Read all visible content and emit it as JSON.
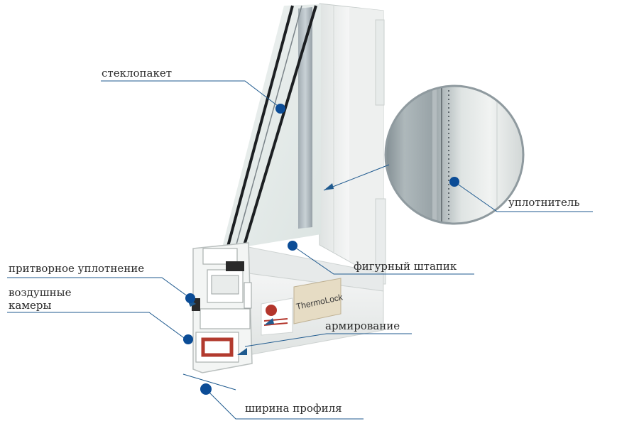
{
  "labels": {
    "steklopaket": "стеклопакет",
    "uplotnitel": "уплотнитель",
    "figurny_shtapik": "фигурный штапик",
    "pritvornoe": "притворное уплотнение",
    "vozdushnye_1": "воздушные",
    "vozdushnye_2": "камеры",
    "armirovanie": "армирование",
    "shirina": "ширина  профиля"
  },
  "brand": {
    "logo_text": "ThermoLock"
  },
  "colors": {
    "leader_line": "#1f5a8f",
    "marker_dot": "#0b4c96",
    "label_text": "#2b2b2b",
    "reinforcement": "#b23a2e",
    "profile_white": "#f2f4f3",
    "glass": "#e4ebe9"
  }
}
